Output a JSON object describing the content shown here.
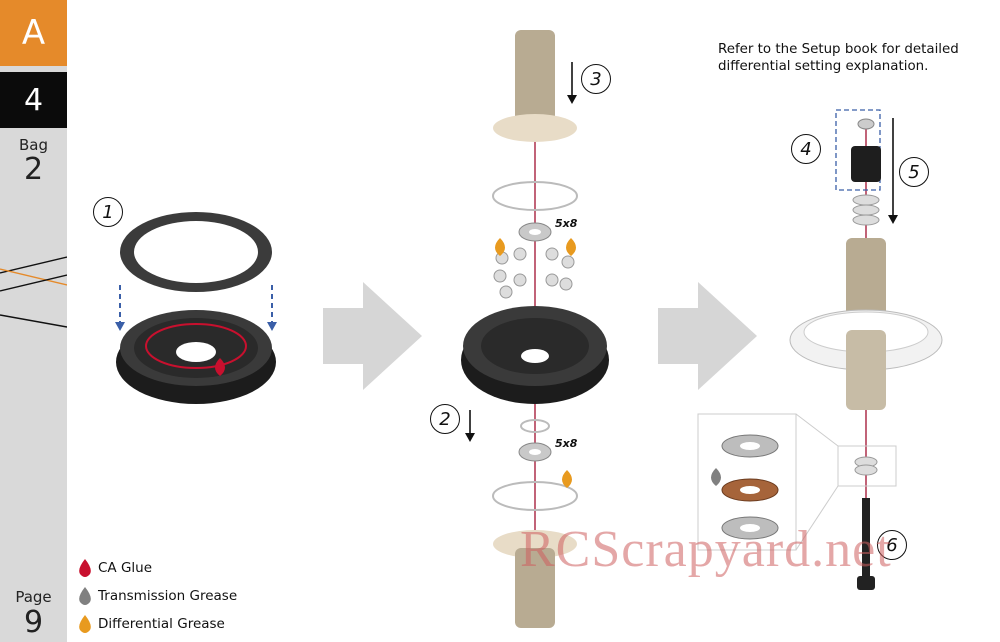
{
  "sidebar": {
    "section_letter": "A",
    "step_number": "4",
    "bag_label": "Bag",
    "bag_number": "2",
    "page_label": "Page",
    "page_number": "9"
  },
  "note": "Refer to the Setup book for detailed differential setting explanation.",
  "callouts": [
    "1",
    "2",
    "3",
    "4",
    "5",
    "6"
  ],
  "size_labels": [
    "5x8",
    "5x8"
  ],
  "legend": [
    {
      "label": "CA Glue",
      "color": "#c8102e"
    },
    {
      "label": "Transmission Grease",
      "color": "#808080"
    },
    {
      "label": "Differential Grease",
      "color": "#e89a1f"
    }
  ],
  "watermark": "RCScrapyard.net"
}
